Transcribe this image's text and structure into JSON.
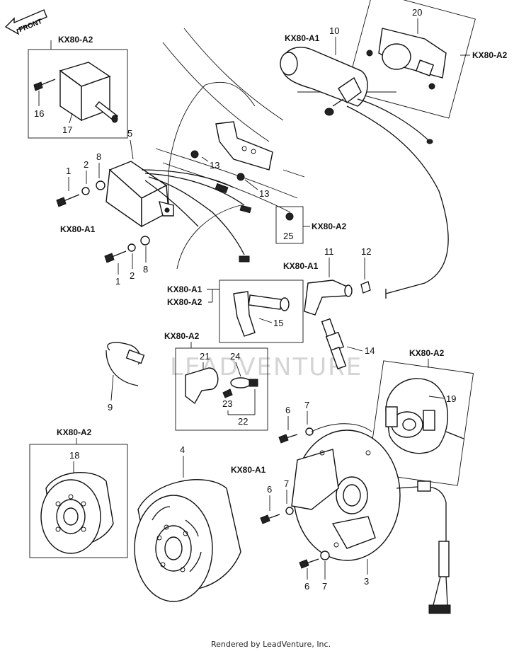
{
  "front_arrow": "FRONT",
  "watermark": "LEADVENTURE",
  "footer": "Rendered by LeadVenture, Inc.",
  "models": {
    "a1": "KX80-A1",
    "a2": "KX80-A2"
  },
  "labels": {
    "p1a": "1",
    "p1b": "1",
    "p2a": "2",
    "p2b": "2",
    "p3": "3",
    "p4": "4",
    "p5": "5",
    "p6a": "6",
    "p6b": "6",
    "p6c": "6",
    "p7a": "7",
    "p7b": "7",
    "p7c": "7",
    "p8a": "8",
    "p8b": "8",
    "p9": "9",
    "p10": "10",
    "p11": "11",
    "p12": "12",
    "p13a": "13",
    "p13b": "13",
    "p14": "14",
    "p15": "15",
    "p16": "16",
    "p17": "17",
    "p18": "18",
    "p19": "19",
    "p20": "20",
    "p21": "21",
    "p22": "22",
    "p23": "23",
    "p24": "24",
    "p25": "25"
  }
}
